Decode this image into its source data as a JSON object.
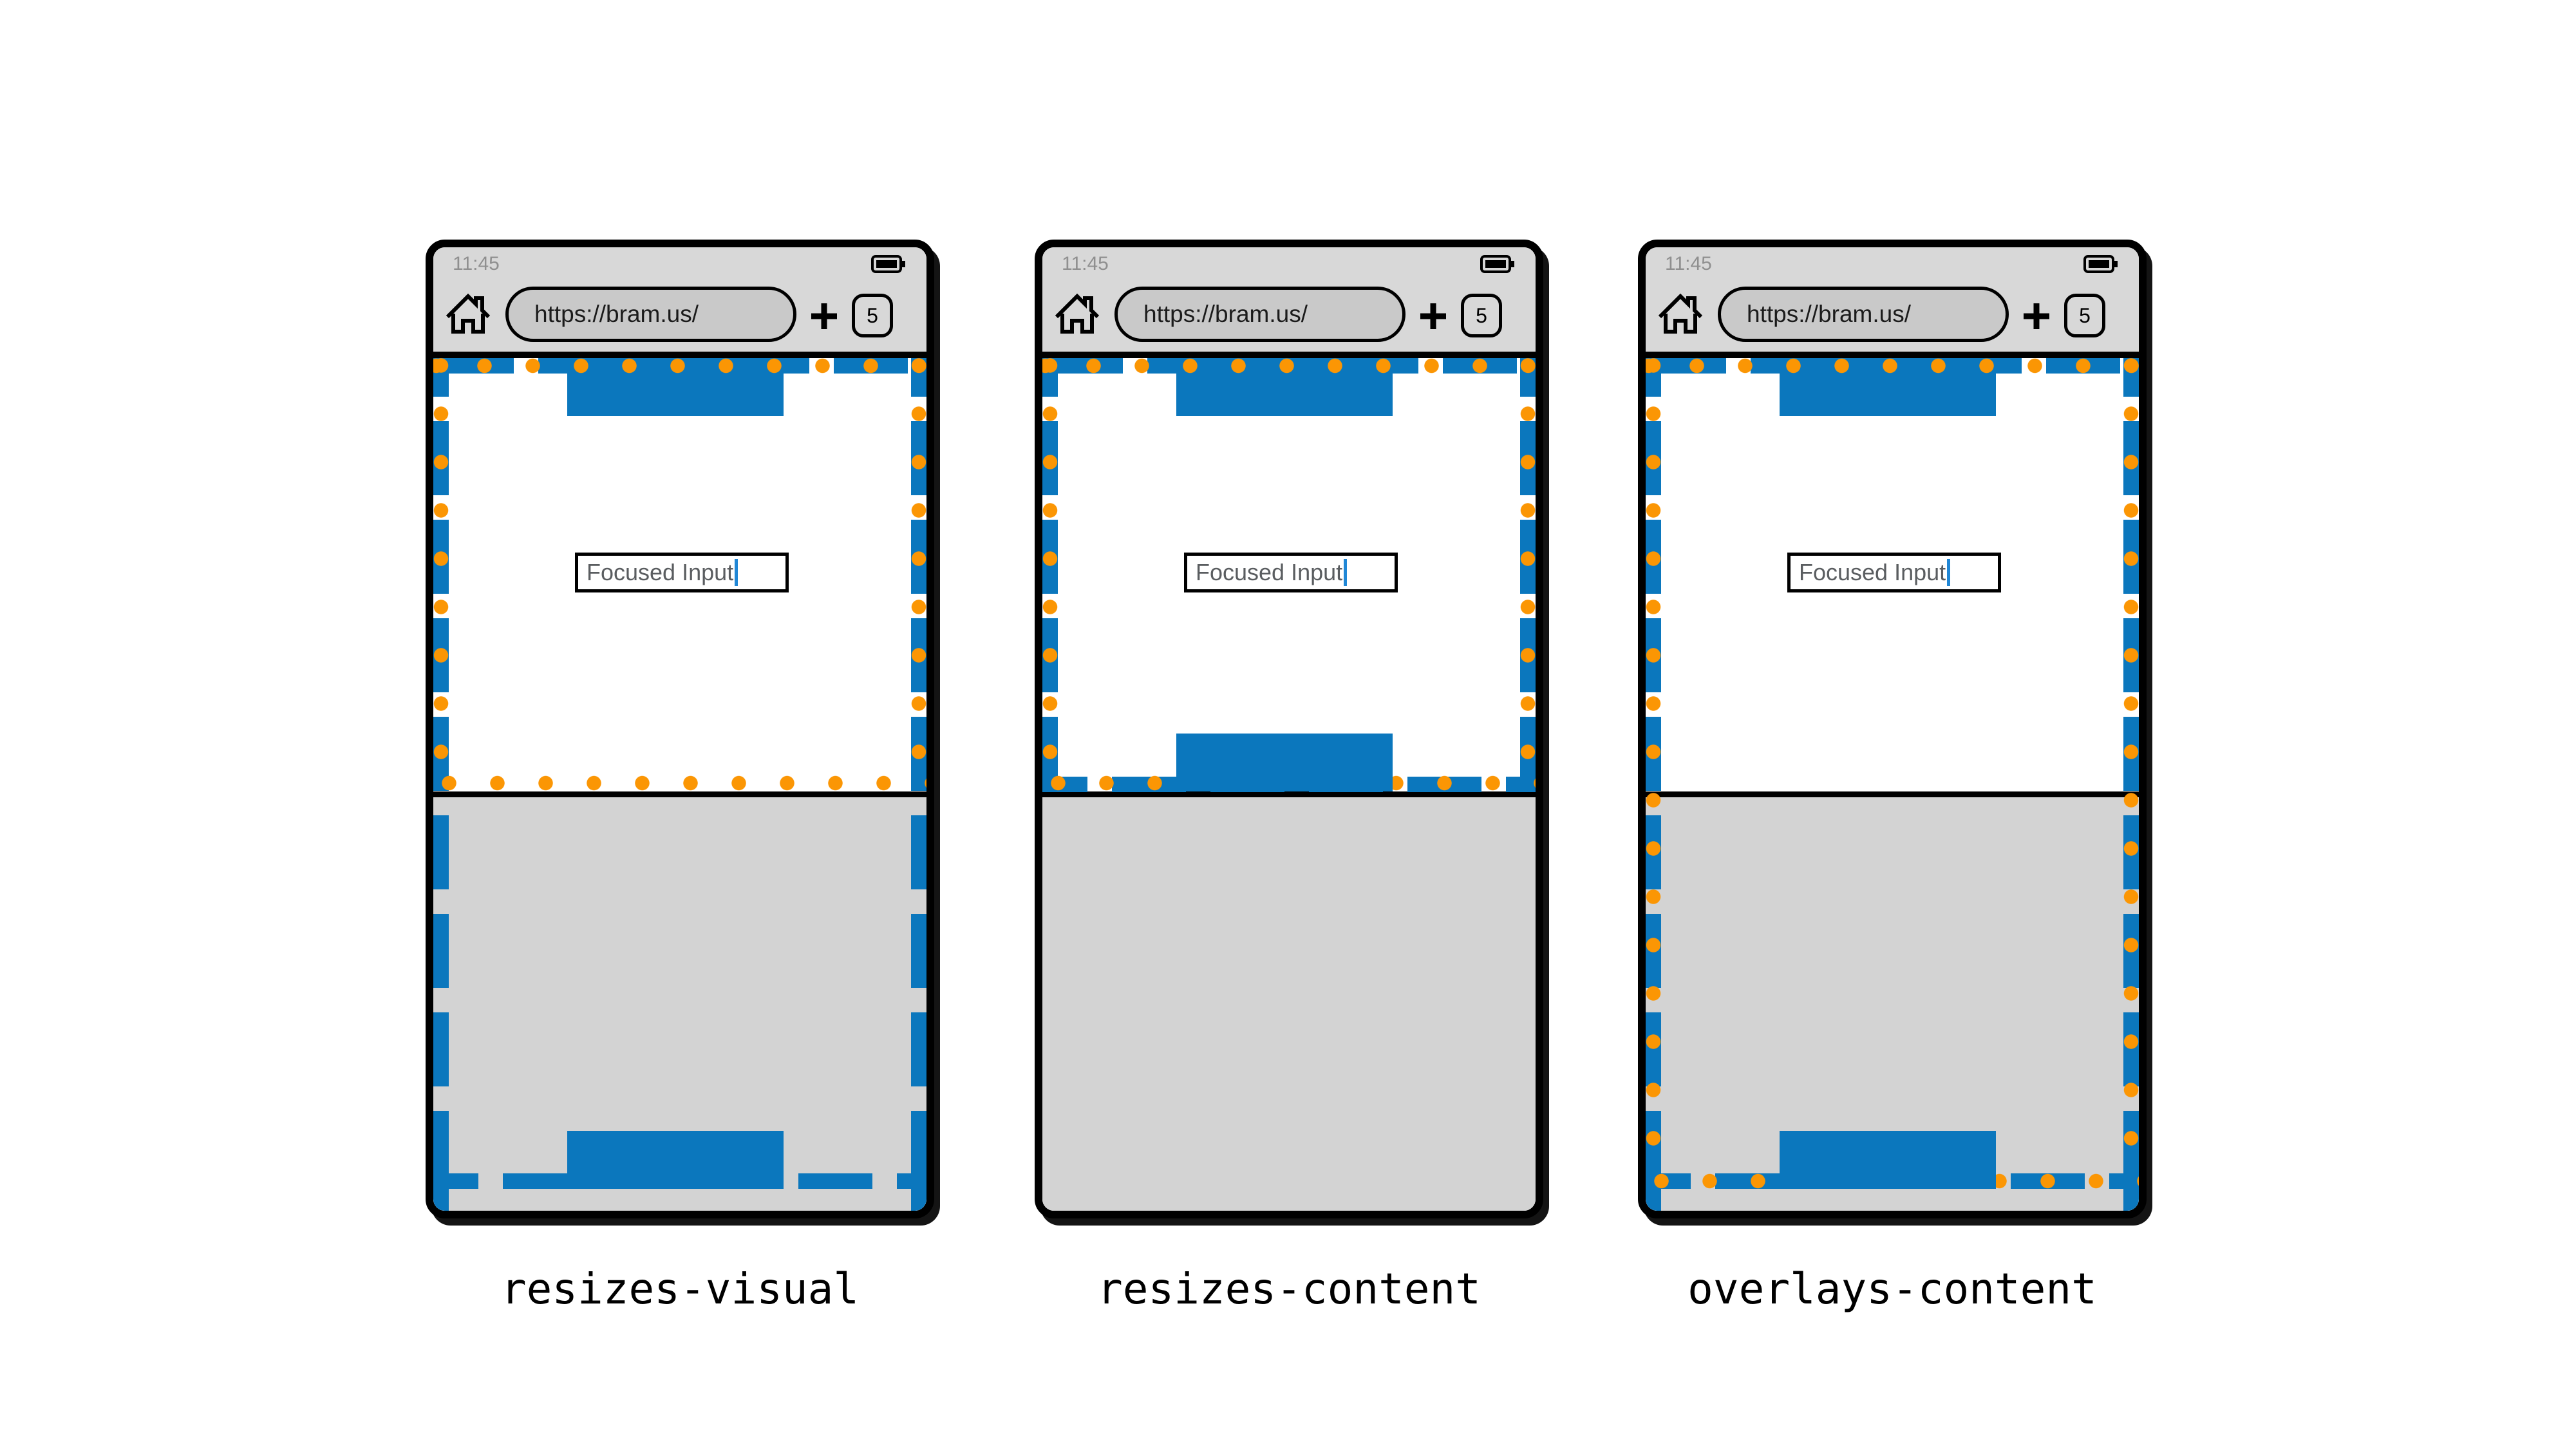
{
  "colors": {
    "blue": "#0b77bd",
    "orange": "#fb9604",
    "chrome_gray": "#d8d8d8",
    "keyboard_gray": "#d3d3d3",
    "pill_gray": "#c9c9c9",
    "status_text": "#8f8f8f",
    "input_text": "#5a5d60",
    "caret_blue": "#2087d6"
  },
  "browser": {
    "status_time": "11:45",
    "url": "https://bram.us/",
    "tab_count": "5"
  },
  "page": {
    "input_value": "Focused Input"
  },
  "variants": [
    {
      "label": "resizes-visual"
    },
    {
      "label": "resizes-content"
    },
    {
      "label": "overlays-content"
    }
  ]
}
